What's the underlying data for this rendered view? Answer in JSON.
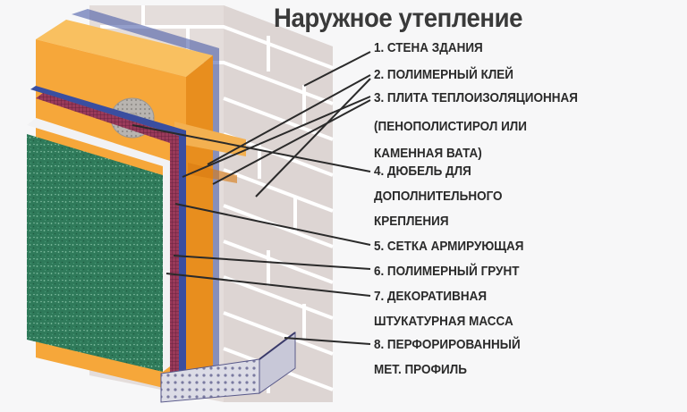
{
  "title": "Наружное утепление",
  "colors": {
    "brick": "#e4dddb",
    "brick_mortar": "#ffffff",
    "insulation": "#f6a73a",
    "insulation_dark": "#e88e1e",
    "mesh": "#8c2f50",
    "primer": "#3a4ea0",
    "plaster": "#2f7a5a",
    "background": "#f7f7f8",
    "text": "#2a2a2a"
  },
  "legend": [
    {
      "num": "1.",
      "lines": [
        "СТЕНА ЗДАНИЯ"
      ]
    },
    {
      "num": "2.",
      "lines": [
        "ПОЛИМЕРНЫЙ КЛЕЙ"
      ]
    },
    {
      "num": "3.",
      "lines": [
        "ПЛИТА ТЕПЛОИЗОЛЯЦИОННАЯ",
        "(ПЕНОПОЛИСТИРОЛ ИЛИ",
        "КАМЕННАЯ ВАТА)"
      ]
    },
    {
      "num": "4.",
      "lines": [
        "ДЮБЕЛЬ ДЛЯ",
        "ДОПОЛНИТЕЛЬНОГО",
        "КРЕПЛЕНИЯ"
      ]
    },
    {
      "num": "5.",
      "lines": [
        "СЕТКА АРМИРУЮЩАЯ"
      ]
    },
    {
      "num": "6.",
      "lines": [
        "ПОЛИМЕРНЫЙ ГРУНТ"
      ]
    },
    {
      "num": "7.",
      "lines": [
        "ДЕКОРАТИВНАЯ",
        "ШТУКАТУРНАЯ МАССА"
      ]
    },
    {
      "num": "8.",
      "lines": [
        "ПЕРФОРИРОВАННЫЙ",
        "МЕТ. ПРОФИЛЬ"
      ]
    }
  ]
}
